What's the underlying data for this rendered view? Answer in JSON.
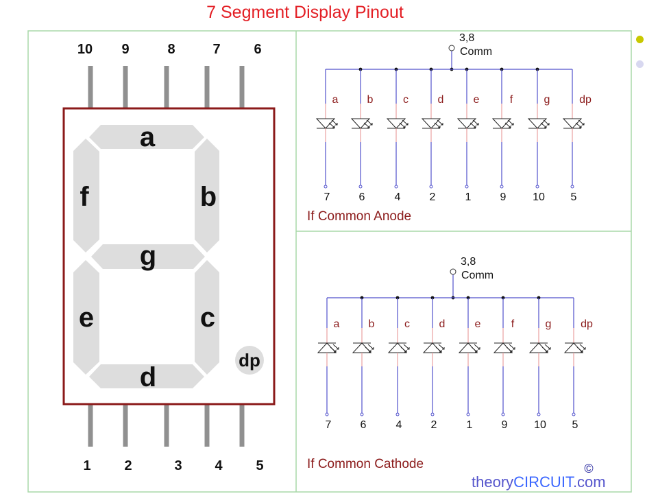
{
  "title": "7 Segment Display Pinout",
  "colors": {
    "title": "#e31e24",
    "frame": "#a8d8a8",
    "pin": "#909090",
    "body": "#8b1a1a",
    "segment": "#dddddd",
    "wire": "#5050cc",
    "lead": "#e8a0a0",
    "seg_label": "#8b1a1a",
    "bullet_1": "#c8c800",
    "bullet_2": "#d8d8f0"
  },
  "display": {
    "top_pins": [
      "10",
      "9",
      "8",
      "7",
      "6"
    ],
    "bottom_pins": [
      "1",
      "2",
      "3",
      "4",
      "5"
    ],
    "segments": {
      "a": "a",
      "b": "b",
      "c": "c",
      "d": "d",
      "e": "e",
      "f": "f",
      "g": "g",
      "dp": "dp"
    }
  },
  "schematics": [
    {
      "common_pins": "3,8",
      "common_label": "Comm",
      "caption": "If Common Anode",
      "type": "anode",
      "segments": [
        "a",
        "b",
        "c",
        "d",
        "e",
        "f",
        "g",
        "dp"
      ],
      "pins": [
        "7",
        "6",
        "4",
        "2",
        "1",
        "9",
        "10",
        "5"
      ]
    },
    {
      "common_pins": "3,8",
      "common_label": "Comm",
      "caption": "If Common Cathode",
      "type": "cathode",
      "segments": [
        "a",
        "b",
        "c",
        "d",
        "e",
        "f",
        "g",
        "dp"
      ],
      "pins": [
        "7",
        "6",
        "4",
        "2",
        "1",
        "9",
        "10",
        "5"
      ]
    }
  ],
  "brand": {
    "part1": "theory",
    "part2": "CIRCUIT",
    "part3": ".com",
    "copyright": "©"
  }
}
